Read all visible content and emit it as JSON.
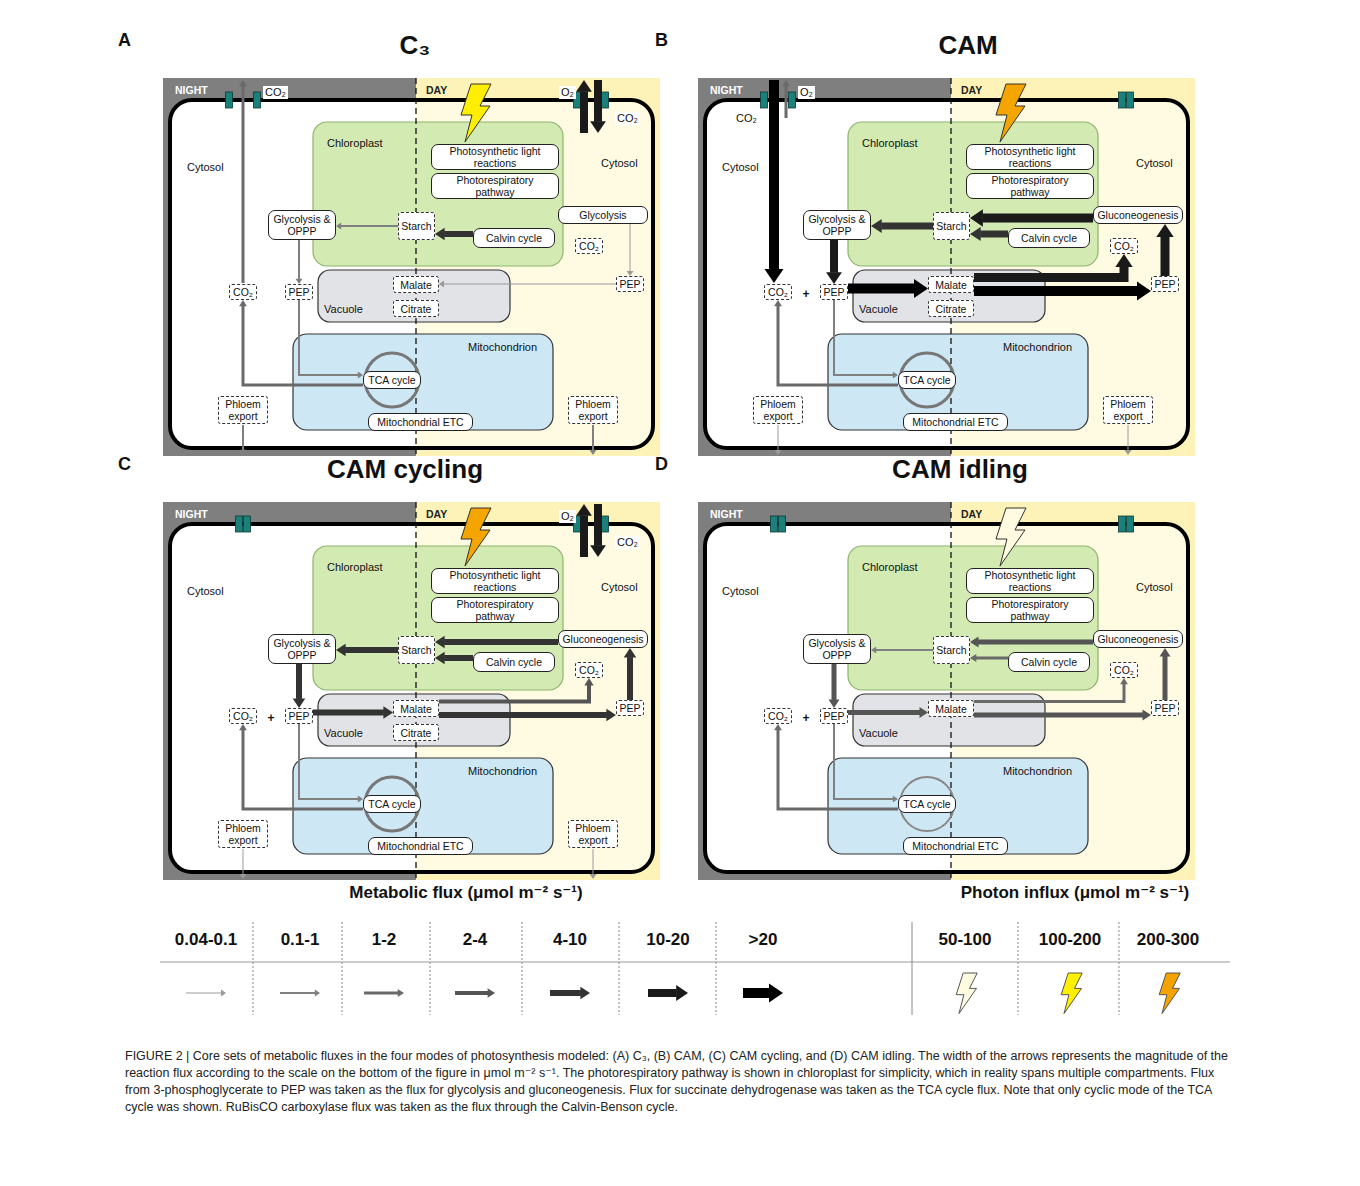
{
  "diagram": {
    "caption": "FIGURE 2 | Core sets of metabolic fluxes in the four modes of photosynthesis modeled: (A) C₃, (B) CAM, (C) CAM cycling, and (D) CAM idling. The width of the arrows represents the magnitude of the reaction flux according to the scale on the bottom of the figure in μmol m⁻² s⁻¹. The photorespiratory pathway is shown in chloroplast for simplicity, which in reality spans multiple compartments. Flux from 3-phosphoglycerate to PEP was taken as the flux for glycolysis and gluconeogenesis. Flux for succinate dehydrogenase was taken as the TCA cycle flux. Note that only cyclic mode of the TCA cycle was shown. RuBisCO carboxylase flux was taken as the flux through the Calvin-Benson cycle.",
    "nodes": [
      {
        "text": [
          "NIGHT",
          "DAY"
        ]
      },
      {
        "text": [
          "Cytosol",
          "Cytosol"
        ],
        "in": 0
      },
      {
        "text": [
          "Chloroplast"
        ],
        "in": 1
      },
      {
        "text": [
          "Photosynthetic light reactions"
        ],
        "in": 2
      },
      {
        "text": [
          "Photorespiratory pathway"
        ],
        "in": 2
      },
      {
        "text": [
          "Starch"
        ],
        "in": 2
      },
      {
        "text": [
          "Calvin cycle"
        ],
        "in": 2
      },
      {
        "text": [
          "Glycolysis & OPPP"
        ],
        "in": 1
      },
      {
        "text": [
          "Glycolysis"
        ],
        "in": 1
      },
      {
        "text": [
          "CO₂"
        ],
        "in": 1
      },
      {
        "text": [
          "PEP"
        ],
        "in": 1
      },
      {
        "text": [
          "CO₂"
        ],
        "in": 1
      },
      {
        "text": [
          "PEP"
        ],
        "in": 1
      },
      {
        "text": [
          "Vacuole"
        ],
        "in": 1
      },
      {
        "text": [
          "Malate"
        ],
        "in": 13
      },
      {
        "text": [
          "Citrate"
        ],
        "in": 13
      },
      {
        "text": [
          "Mitochondrion"
        ],
        "in": 1
      },
      {
        "text": [
          "TCA cycle"
        ],
        "in": 16
      },
      {
        "text": [
          "Mitochondrial ETC"
        ],
        "in": 16
      },
      {
        "text": [
          "Phloem export"
        ],
        "in": 1
      },
      {
        "text": [
          "Phloem export"
        ],
        "in": 1
      },
      {
        "text": [
          "NIGHT",
          "DAY"
        ]
      },
      {
        "text": [
          "Cytosol",
          "Cytosol"
        ],
        "in": 21
      },
      {
        "text": [
          "Chloroplast"
        ],
        "in": 22
      },
      {
        "text": [
          "Photosynthetic light reactions"
        ],
        "in": 23
      },
      {
        "text": [
          "Photorespiratory pathway"
        ],
        "in": 23
      },
      {
        "text": [
          "Starch"
        ],
        "in": 23
      },
      {
        "text": [
          "Calvin cycle"
        ],
        "in": 23
      },
      {
        "text": [
          "Glycolysis & OPPP"
        ],
        "in": 22
      },
      {
        "text": [
          "Gluconeogenesis"
        ],
        "in": 22
      },
      {
        "text": [
          "CO₂"
        ],
        "in": 22
      },
      {
        "text": [
          "PEP"
        ],
        "in": 22
      },
      {
        "text": [
          "CO₂"
        ],
        "in": 22
      },
      {
        "text": [
          "PEP"
        ],
        "in": 22
      },
      {
        "text": [
          "Vacuole"
        ],
        "in": 22
      },
      {
        "text": [
          "Malate"
        ],
        "in": 34
      },
      {
        "text": [
          "Citrate"
        ],
        "in": 34
      },
      {
        "text": [
          "Mitochondrion"
        ],
        "in": 22
      },
      {
        "text": [
          "TCA cycle"
        ],
        "in": 37
      },
      {
        "text": [
          "Mitochondrial ETC"
        ],
        "in": 37
      },
      {
        "text": [
          "Phloem export"
        ],
        "in": 22
      },
      {
        "text": [
          "Phloem export"
        ],
        "in": 22
      },
      {
        "text": [
          "NIGHT",
          "DAY"
        ]
      },
      {
        "text": [
          "Cytosol",
          "Cytosol"
        ],
        "in": 42
      },
      {
        "text": [
          "Chloroplast"
        ],
        "in": 43
      },
      {
        "text": [
          "Photosynthetic light reactions"
        ],
        "in": 44
      },
      {
        "text": [
          "Photorespiratory pathway"
        ],
        "in": 44
      },
      {
        "text": [
          "Starch"
        ],
        "in": 44
      },
      {
        "text": [
          "Calvin cycle"
        ],
        "in": 44
      },
      {
        "text": [
          "Glycolysis & OPPP"
        ],
        "in": 43
      },
      {
        "text": [
          "Gluconeogenesis"
        ],
        "in": 43
      },
      {
        "text": [
          "CO₂"
        ],
        "in": 43
      },
      {
        "text": [
          "PEP"
        ],
        "in": 43
      },
      {
        "text": [
          "CO₂"
        ],
        "in": 43
      },
      {
        "text": [
          "PEP"
        ],
        "in": 43
      },
      {
        "text": [
          "Vacuole"
        ],
        "in": 43
      },
      {
        "text": [
          "Malate"
        ],
        "in": 55
      },
      {
        "text": [
          "Citrate"
        ],
        "in": 55
      },
      {
        "text": [
          "Mitochondrion"
        ],
        "in": 43
      },
      {
        "text": [
          "TCA cycle"
        ],
        "in": 58
      },
      {
        "text": [
          "Mitochondrial ETC"
        ],
        "in": 58
      },
      {
        "text": [
          "Phloem export"
        ],
        "in": 43
      },
      {
        "text": [
          "Phloem export"
        ],
        "in": 43
      },
      {
        "text": [
          "NIGHT",
          "DAY"
        ]
      },
      {
        "text": [
          "Cytosol",
          "Cytosol"
        ],
        "in": 63
      },
      {
        "text": [
          "Chloroplast"
        ],
        "in": 64
      },
      {
        "text": [
          "Photosynthetic light reactions"
        ],
        "in": 65
      },
      {
        "text": [
          "Photorespiratory pathway"
        ],
        "in": 65
      },
      {
        "text": [
          "Starch"
        ],
        "in": 65
      },
      {
        "text": [
          "Calvin cycle"
        ],
        "in": 65
      },
      {
        "text": [
          "Glycolysis & OPPP"
        ],
        "in": 64
      },
      {
        "text": [
          "Gluconeogenesis"
        ],
        "in": 64
      },
      {
        "text": [
          "CO₂"
        ],
        "in": 64
      },
      {
        "text": [
          "PEP"
        ],
        "in": 64
      },
      {
        "text": [
          "CO₂"
        ],
        "in": 64
      },
      {
        "text": [
          "PEP"
        ],
        "in": 64
      },
      {
        "text": [
          "Vacuole"
        ],
        "in": 64
      },
      {
        "text": [
          "Malate"
        ],
        "in": 76
      },
      {
        "text": [
          "Mitochondrion"
        ],
        "in": 64
      },
      {
        "text": [
          "TCA cycle"
        ],
        "in": 78
      },
      {
        "text": [
          "Mitochondrial ETC"
        ],
        "in": 78
      }
    ],
    "edges": [
      {
        "from": 6,
        "to": 5,
        "arrow": "to"
      },
      {
        "from": 5,
        "to": 7,
        "arrow": "to"
      },
      {
        "from": 7,
        "to": 10,
        "arrow": "to"
      },
      {
        "from": 10,
        "to": 17,
        "arrow": "to"
      },
      {
        "from": 17,
        "to": 9,
        "arrow": "to"
      },
      {
        "from": 8,
        "to": 12,
        "arrow": "to"
      },
      {
        "from": 12,
        "to": 14,
        "arrow": "to"
      },
      {
        "from": 27,
        "to": 26,
        "arrow": "to"
      },
      {
        "from": 26,
        "to": 28,
        "arrow": "to"
      },
      {
        "from": 28,
        "to": 31,
        "arrow": "to"
      },
      {
        "from": 31,
        "to": 35,
        "arrow": "to"
      },
      {
        "from": 35,
        "to": 33,
        "arrow": "to"
      },
      {
        "from": 33,
        "to": 29,
        "arrow": "to"
      },
      {
        "from": 29,
        "to": 26,
        "arrow": "to"
      },
      {
        "from": 35,
        "to": 32,
        "arrow": "to"
      },
      {
        "from": 31,
        "to": 38,
        "arrow": "to"
      },
      {
        "from": 38,
        "to": 30,
        "arrow": "to"
      },
      {
        "from": 48,
        "to": 47,
        "arrow": "to"
      },
      {
        "from": 47,
        "to": 49,
        "arrow": "to"
      },
      {
        "from": 49,
        "to": 52,
        "arrow": "to"
      },
      {
        "from": 52,
        "to": 56,
        "arrow": "to"
      },
      {
        "from": 56,
        "to": 54,
        "arrow": "to"
      },
      {
        "from": 54,
        "to": 50,
        "arrow": "to"
      },
      {
        "from": 50,
        "to": 47,
        "arrow": "to"
      },
      {
        "from": 56,
        "to": 53,
        "arrow": "to"
      },
      {
        "from": 52,
        "to": 59,
        "arrow": "to"
      },
      {
        "from": 59,
        "to": 51,
        "arrow": "to"
      },
      {
        "from": 69,
        "to": 68,
        "arrow": "to"
      },
      {
        "from": 68,
        "to": 70,
        "arrow": "to"
      },
      {
        "from": 70,
        "to": 73,
        "arrow": "to"
      },
      {
        "from": 73,
        "to": 77,
        "arrow": "to"
      },
      {
        "from": 77,
        "to": 75,
        "arrow": "to"
      },
      {
        "from": 75,
        "to": 71,
        "arrow": "to"
      },
      {
        "from": 71,
        "to": 68,
        "arrow": "to"
      },
      {
        "from": 77,
        "to": 74,
        "arrow": "to"
      },
      {
        "from": 73,
        "to": 79,
        "arrow": "to"
      },
      {
        "from": 79,
        "to": 72,
        "arrow": "to"
      }
    ],
    "labels": [
      "A",
      "C₃",
      "CO₂",
      "O₂",
      "CO₂",
      "B",
      "CAM",
      "CO₂",
      "O₂",
      "+",
      "C",
      "CAM cycling",
      "O₂",
      "CO₂",
      "+",
      "D",
      "CAM idling",
      "+",
      "Metabolic flux (μmol m⁻² s⁻¹)",
      "Photon influx (μmol m⁻² s⁻¹)"
    ],
    "legend": [
      {
        "text": "0.04-0.1"
      },
      {
        "text": "0.1-1"
      },
      {
        "text": "1-2"
      },
      {
        "text": "2-4"
      },
      {
        "text": "4-10"
      },
      {
        "text": "10-20"
      },
      {
        "text": ">20"
      },
      {
        "text": "50-100"
      },
      {
        "text": "100-200"
      },
      {
        "text": "200-300"
      }
    ]
  }
}
